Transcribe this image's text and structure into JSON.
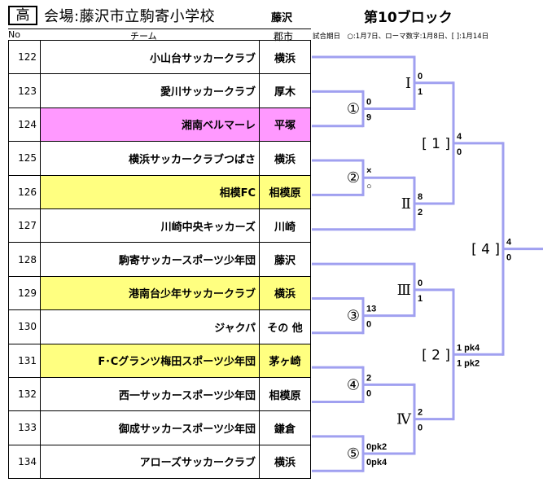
{
  "header": {
    "grade": "高",
    "venue": "会場:藤沢市立駒寄小学校",
    "city": "藤沢",
    "block_title": "第10ブロック",
    "dates_note": "試合期日　○:1月7日、ローマ数字:1月8日、[ ]:1月14日"
  },
  "columns": {
    "no": "No",
    "team": "チーム",
    "city": "郡市"
  },
  "teams": [
    {
      "no": "122",
      "name": "小山台サッカークラブ",
      "city": "横浜",
      "highlight": ""
    },
    {
      "no": "123",
      "name": "愛川サッカークラブ",
      "city": "厚木",
      "highlight": ""
    },
    {
      "no": "124",
      "name": "湘南ベルマーレ",
      "city": "平塚",
      "highlight": "pink"
    },
    {
      "no": "125",
      "name": "横浜サッカークラブつばさ",
      "city": "横浜",
      "highlight": ""
    },
    {
      "no": "126",
      "name": "相模FC",
      "city": "相模原",
      "highlight": "yellow"
    },
    {
      "no": "127",
      "name": "川崎中央キッカーズ",
      "city": "川崎",
      "highlight": ""
    },
    {
      "no": "128",
      "name": "駒寄サッカースポーツ少年団",
      "city": "藤沢",
      "highlight": ""
    },
    {
      "no": "129",
      "name": "港南台少年サッカークラブ",
      "city": "横浜",
      "highlight": "yellow"
    },
    {
      "no": "130",
      "name": "ジャクパ",
      "city": "その 他",
      "highlight": ""
    },
    {
      "no": "131",
      "name": "F･Cグランツ梅田スポーツ少年団",
      "city": "茅ヶ崎",
      "highlight": "yellow"
    },
    {
      "no": "132",
      "name": "西一サッカースポーツ少年団",
      "city": "相模原",
      "highlight": ""
    },
    {
      "no": "133",
      "name": "御成サッカースポーツ少年団",
      "city": "鎌倉",
      "highlight": ""
    },
    {
      "no": "134",
      "name": "アローズサッカークラブ",
      "city": "横浜",
      "highlight": ""
    }
  ],
  "bracket": {
    "line_color": "#a0a0f0",
    "matches": [
      {
        "id": "m1",
        "label": "①",
        "top_score": "0",
        "bottom_score": "9"
      },
      {
        "id": "m2",
        "label": "②",
        "top_score": "×",
        "bottom_score": "○"
      },
      {
        "id": "m3",
        "label": "③",
        "top_score": "13",
        "bottom_score": "0"
      },
      {
        "id": "m4",
        "label": "④",
        "top_score": "2",
        "bottom_score": "0"
      },
      {
        "id": "m5",
        "label": "⑤",
        "top_score": "0pk2",
        "bottom_score": "0pk4"
      },
      {
        "id": "r1",
        "label": "Ⅰ",
        "top_score": "0",
        "bottom_score": "1"
      },
      {
        "id": "r2",
        "label": "Ⅱ",
        "top_score": "8",
        "bottom_score": "2"
      },
      {
        "id": "r3",
        "label": "Ⅲ",
        "top_score": "0",
        "bottom_score": "1"
      },
      {
        "id": "r4",
        "label": "Ⅳ",
        "top_score": "2",
        "bottom_score": "0"
      },
      {
        "id": "b1",
        "label": "[ 1 ]",
        "top_score": "4",
        "bottom_score": "0"
      },
      {
        "id": "b2",
        "label": "[ 2 ]",
        "top_score": "1 pk4",
        "bottom_score": "1 pk2"
      },
      {
        "id": "b4",
        "label": "[ 4 ]",
        "top_score": "4",
        "bottom_score": "0"
      }
    ]
  }
}
